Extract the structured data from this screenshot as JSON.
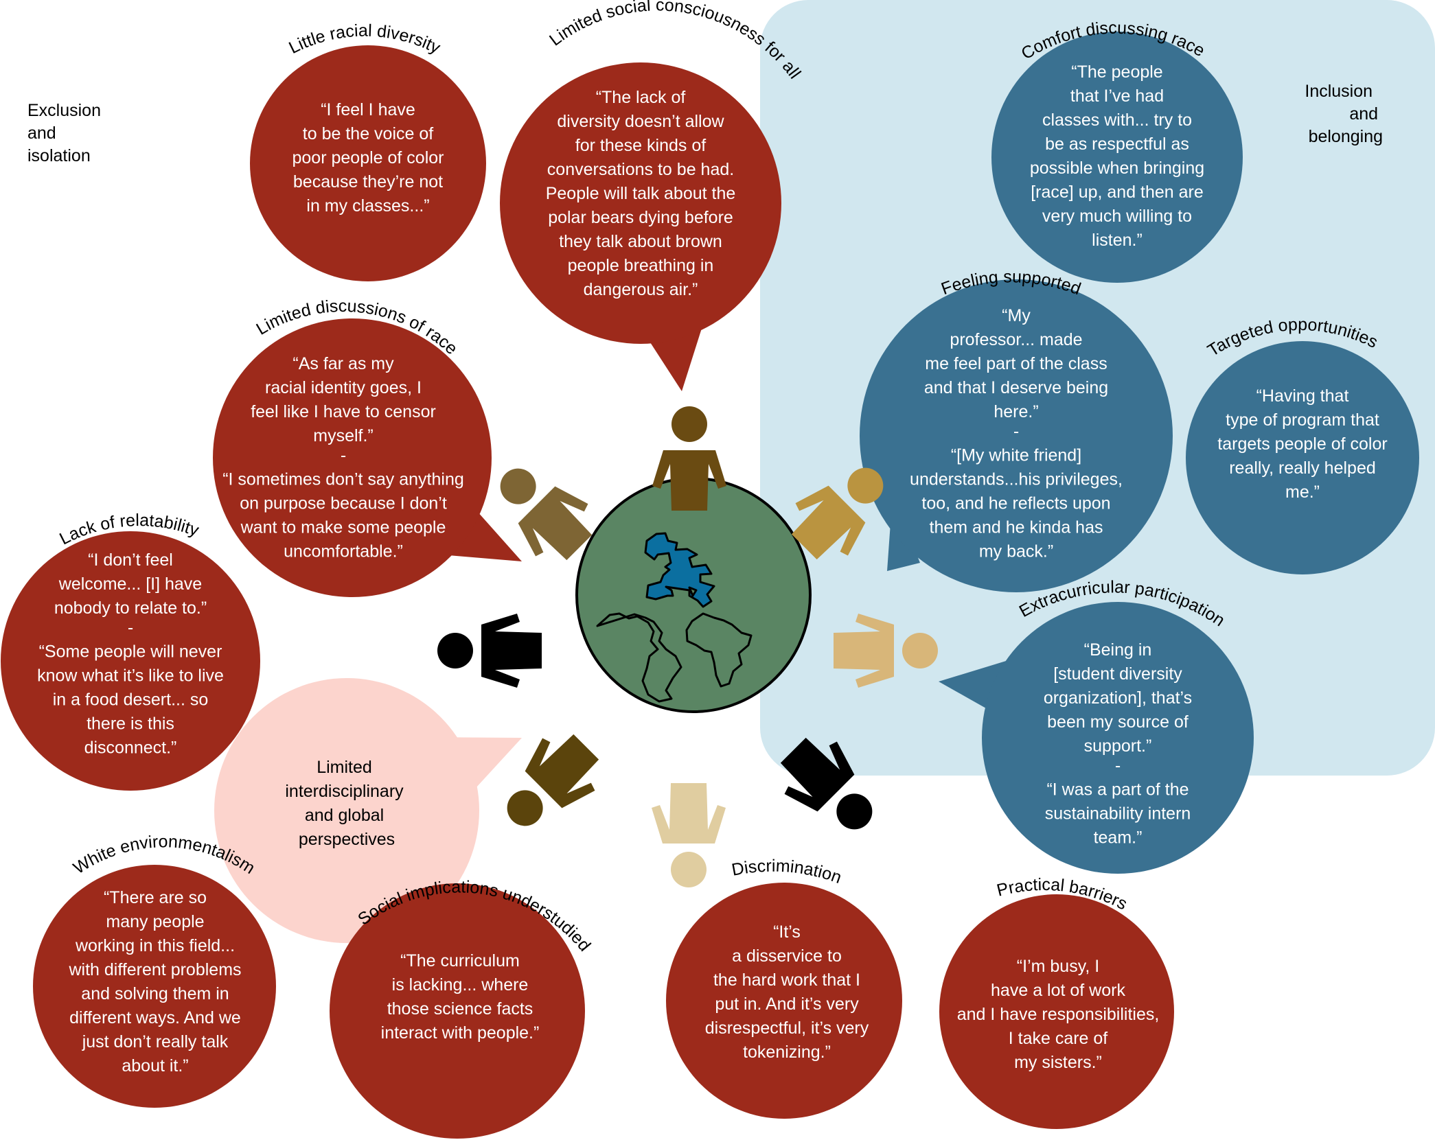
{
  "colors": {
    "exclusion": "#9d2a1b",
    "inclusion": "#3a7191",
    "inclusion_region": "#d1e7ef",
    "limited_perspectives": "#fcd4cd",
    "globe_land": "#5a8563",
    "globe_water": "#0b6fa0",
    "quote_text": "#ffffff"
  },
  "regions": {
    "exclusion_label": [
      "Exclusion",
      "and",
      "isolation"
    ],
    "inclusion_label": [
      "Inclusion",
      "and",
      "belonging"
    ]
  },
  "center": {
    "icon": "globe-icon",
    "people_icons": [
      "person-icon",
      "person-icon",
      "person-icon",
      "person-icon",
      "person-icon",
      "person-icon",
      "person-icon",
      "person-icon"
    ]
  },
  "limited_perspectives": {
    "lines": [
      "Limited",
      "interdisciplinary",
      "and global",
      "perspectives"
    ]
  },
  "bubbles": [
    {
      "id": "little-racial-diversity",
      "theme": "Little racial diversity",
      "lines": [
        "“I feel I have",
        "to be the voice of",
        "poor people of color",
        "because they’re not",
        "in my classes...”"
      ]
    },
    {
      "id": "limited-social-consciousness",
      "theme": "Limited social consciousness for all",
      "lines": [
        "“The lack of",
        "diversity doesn’t allow",
        "for these kinds of",
        "conversations to be had.",
        "People will talk about the",
        "polar bears dying before",
        "they talk about brown",
        "people breathing in",
        "dangerous air.”"
      ]
    },
    {
      "id": "limited-discussions-of-race",
      "theme": "Limited discussions of race",
      "lines": [
        "“As far as my",
        "racial identity goes, I",
        "feel like I have to censor",
        "myself.”",
        "-",
        "“I sometimes don’t say anything",
        "on purpose because I don’t",
        "want to make some people",
        "uncomfortable.”"
      ]
    },
    {
      "id": "lack-of-relatability",
      "theme": "Lack of relatability",
      "lines": [
        "“I don’t feel",
        "welcome... [I] have",
        "nobody to relate to.”",
        "-",
        "“Some people will never",
        "know what it’s like to live",
        "in a food desert... so",
        "there is this",
        "disconnect.”"
      ]
    },
    {
      "id": "white-environmentalism",
      "theme": "White environmentalism",
      "lines": [
        "“There are so",
        "many people",
        "working in this field...",
        "with different problems",
        "and solving them in",
        "different ways. And we",
        "just don’t really talk",
        "about it.”"
      ]
    },
    {
      "id": "social-implications-understudied",
      "theme": "Social implications understudied",
      "lines": [
        "“The curriculum",
        "is lacking... where",
        "those science facts",
        "interact with people.”"
      ]
    },
    {
      "id": "discrimination",
      "theme": "Discrimination",
      "lines": [
        "“It’s",
        "a disservice to",
        "the hard work that I",
        "put in. And it’s very",
        "disrespectful, it’s very",
        "tokenizing.”"
      ]
    },
    {
      "id": "practical-barriers",
      "theme": "Practical barriers",
      "lines": [
        "“I’m busy, I",
        "have a lot of work",
        "and I have responsibilities,",
        "I take care of",
        "my sisters.”"
      ]
    },
    {
      "id": "comfort-discussing-race",
      "theme": "Comfort discussing race",
      "lines": [
        "“The people",
        "that I’ve had",
        "classes with... try to",
        "be as respectful as",
        "possible when bringing",
        "[race] up, and then are",
        "very much willing to",
        "listen.”"
      ]
    },
    {
      "id": "feeling-supported",
      "theme": "Feeling supported",
      "lines": [
        "“My",
        "professor... made",
        "me feel part of the class",
        "and that I deserve being",
        "here.”",
        "-",
        "“[My white friend]",
        "understands...his privileges,",
        "too, and he reflects upon",
        "them and he kinda has",
        "my back.”"
      ]
    },
    {
      "id": "targeted-opportunities",
      "theme": "Targeted opportunities",
      "lines": [
        "“Having that",
        "type of program that",
        "targets people of color",
        "really, really helped",
        "me.”"
      ]
    },
    {
      "id": "extracurricular-participation",
      "theme": "Extracurricular participation",
      "lines": [
        "“Being in",
        "[student diversity",
        "organization], that’s",
        "been my source of",
        "support.”",
        "-",
        "“I was a part of the",
        "sustainability intern",
        "team.”"
      ]
    }
  ]
}
